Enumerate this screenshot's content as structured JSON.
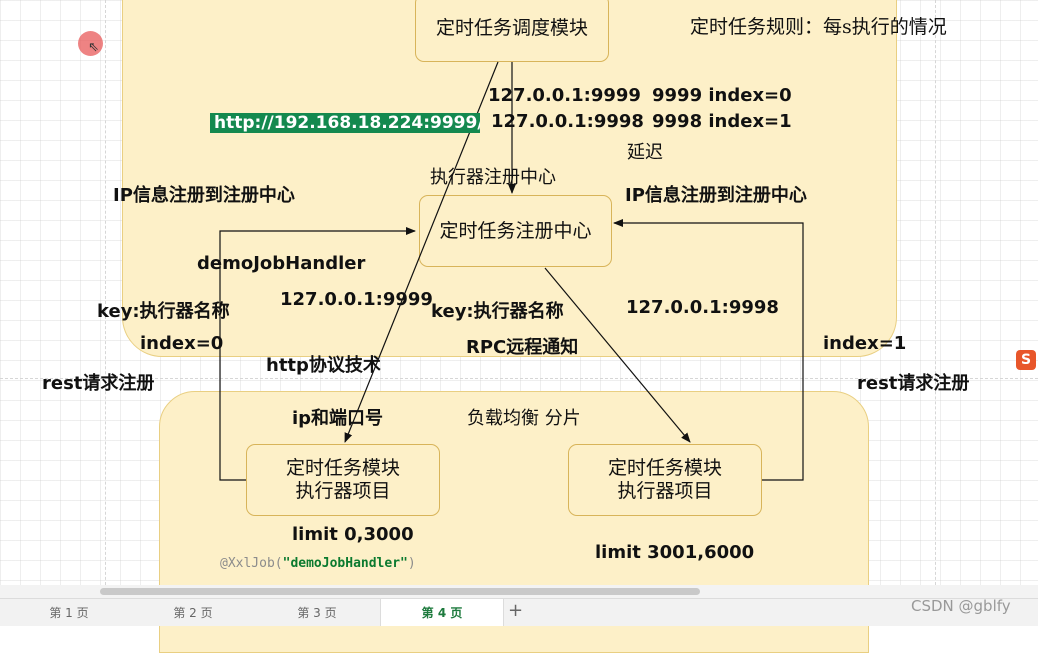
{
  "colors": {
    "panel_fill": "#fdf0c8",
    "panel_border": "#e9cf82",
    "box_border": "#d8b45a",
    "url_highlight": "#14894f",
    "active_tab": "#1d7a3d",
    "sogou_badge": "#e8562a"
  },
  "boxes": {
    "scheduler": "定时任务调度模块",
    "registry": "定时任务注册中心",
    "executor_left": {
      "line1": "定时任务模块",
      "line2": "执行器项目"
    },
    "executor_right": {
      "line1": "定时任务模块",
      "line2": "执行器项目"
    }
  },
  "labels": {
    "rule": "定时任务规则：每s执行的情况",
    "addr1": "127.0.0.1:9999",
    "addr1_index": "9999 index=0",
    "url": "http://192.168.18.224:9999/",
    "addr2": "127.0.0.1:9998",
    "addr2_index": "9998 index=1",
    "delay": "延迟",
    "executor_registry": "执行器注册中心",
    "ip_register_left": "IP信息注册到注册中心",
    "ip_register_right": "IP信息注册到注册中心",
    "handler": "demoJobHandler",
    "key_left": "key:执行器名称",
    "addr_mid_left": "127.0.0.1:9999",
    "key_mid": "key:执行器名称",
    "addr_mid_right": "127.0.0.1:9998",
    "index_left": "index=0",
    "http_tech": "http协议技术",
    "rpc": "RPC远程通知",
    "index_right": "index=1",
    "rest_left": "rest请求注册",
    "rest_right": "rest请求注册",
    "ip_port": "ip和端口号",
    "load_balance": "负载均衡 分片",
    "limit_left": "limit 0,3000",
    "limit_right": "limit 3001,6000",
    "annotation_prefix": "@XxlJob(",
    "annotation_arg": "\"demoJobHandler\"",
    "annotation_suffix": ")"
  },
  "tabs": [
    "第 1 页",
    "第 2 页",
    "第 3 页",
    "第 4 页"
  ],
  "active_tab": "第 4 页",
  "tab_add": "+",
  "watermark": "CSDN @gblfy",
  "badge": "S"
}
